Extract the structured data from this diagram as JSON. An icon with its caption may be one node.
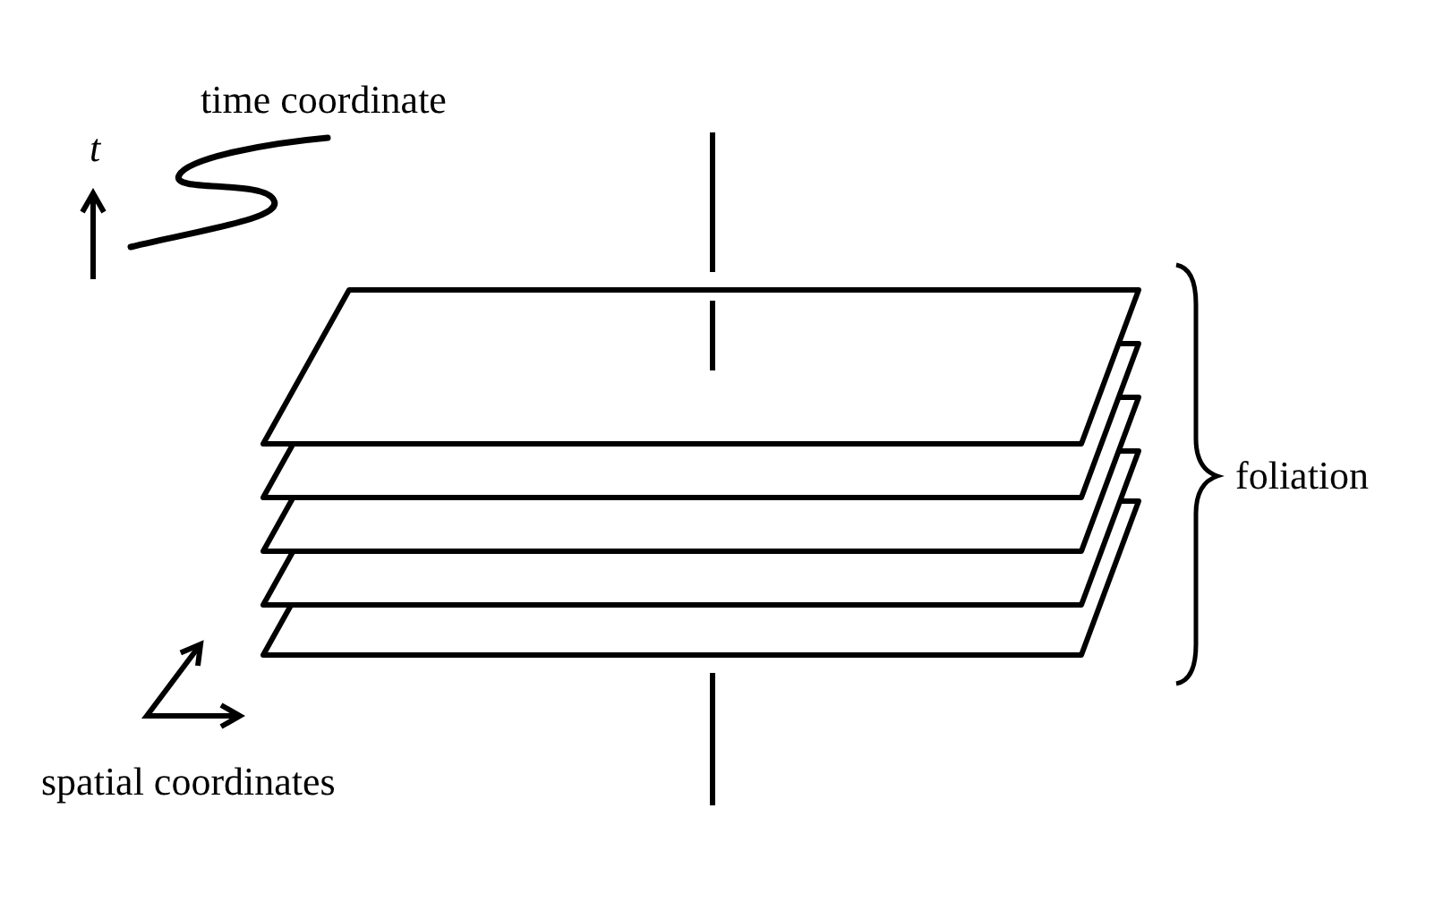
{
  "diagram": {
    "labels": [
      "time coordinate",
      "t",
      "foliation",
      "spatial coordinates"
    ]
  }
}
